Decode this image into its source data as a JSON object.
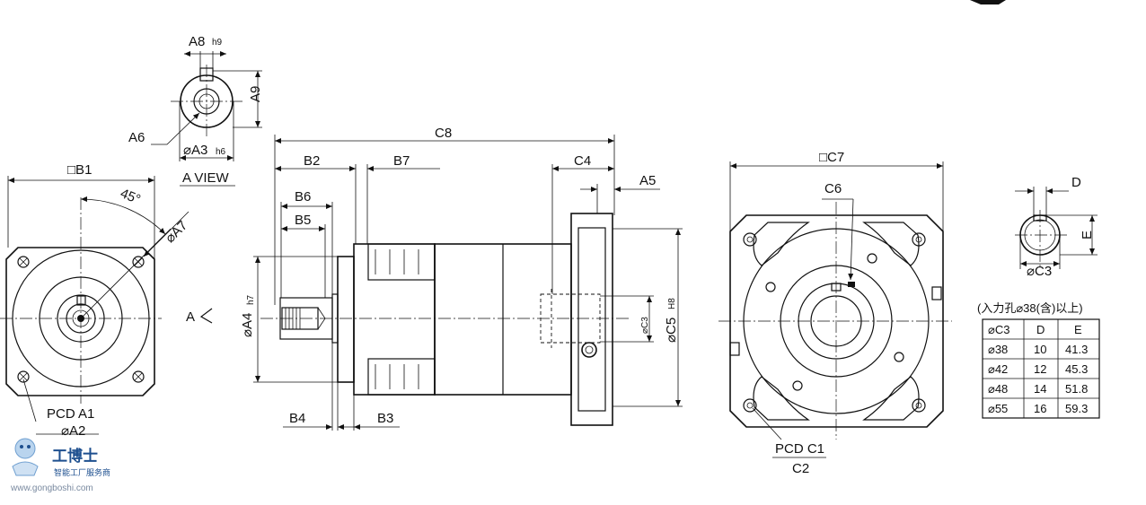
{
  "view_a": {
    "a8": "A8",
    "a8_tol": "h9",
    "a9": "A9",
    "a6": "A6",
    "a3": "⌀A3",
    "a3_tol": "h6",
    "title": "A VIEW"
  },
  "left_view": {
    "b1": "□B1",
    "angle": "45°",
    "a7": "⌀A7",
    "pcd": "PCD A1",
    "a2": "⌀A2"
  },
  "side_view": {
    "c8": "C8",
    "b2": "B2",
    "b7": "B7",
    "c4": "C4",
    "a5": "A5",
    "b6": "B6",
    "b5": "B5",
    "b4": "B4",
    "b3": "B3",
    "a_arrow": "A",
    "a4": "⌀A4",
    "a4_tol": "h7",
    "c3": "⌀C3",
    "c5": "⌀C5",
    "c5_tol": "H8"
  },
  "front_view": {
    "c7": "□C7",
    "c6": "C6",
    "pcd": "PCD C1",
    "c2": "C2"
  },
  "bore_detail": {
    "d": "D",
    "e": "E",
    "c3": "⌀C3"
  },
  "table": {
    "caption": "(入力孔⌀38(含)以上)",
    "headers": [
      "⌀C3",
      "D",
      "E"
    ],
    "rows": [
      [
        "⌀38",
        "10",
        "41.3"
      ],
      [
        "⌀42",
        "12",
        "45.3"
      ],
      [
        "⌀48",
        "14",
        "51.8"
      ],
      [
        "⌀55",
        "16",
        "59.3"
      ]
    ]
  },
  "logo": {
    "title": "工博士",
    "subtitle": "智能工厂服务商",
    "url": "www.gongboshi.com"
  }
}
